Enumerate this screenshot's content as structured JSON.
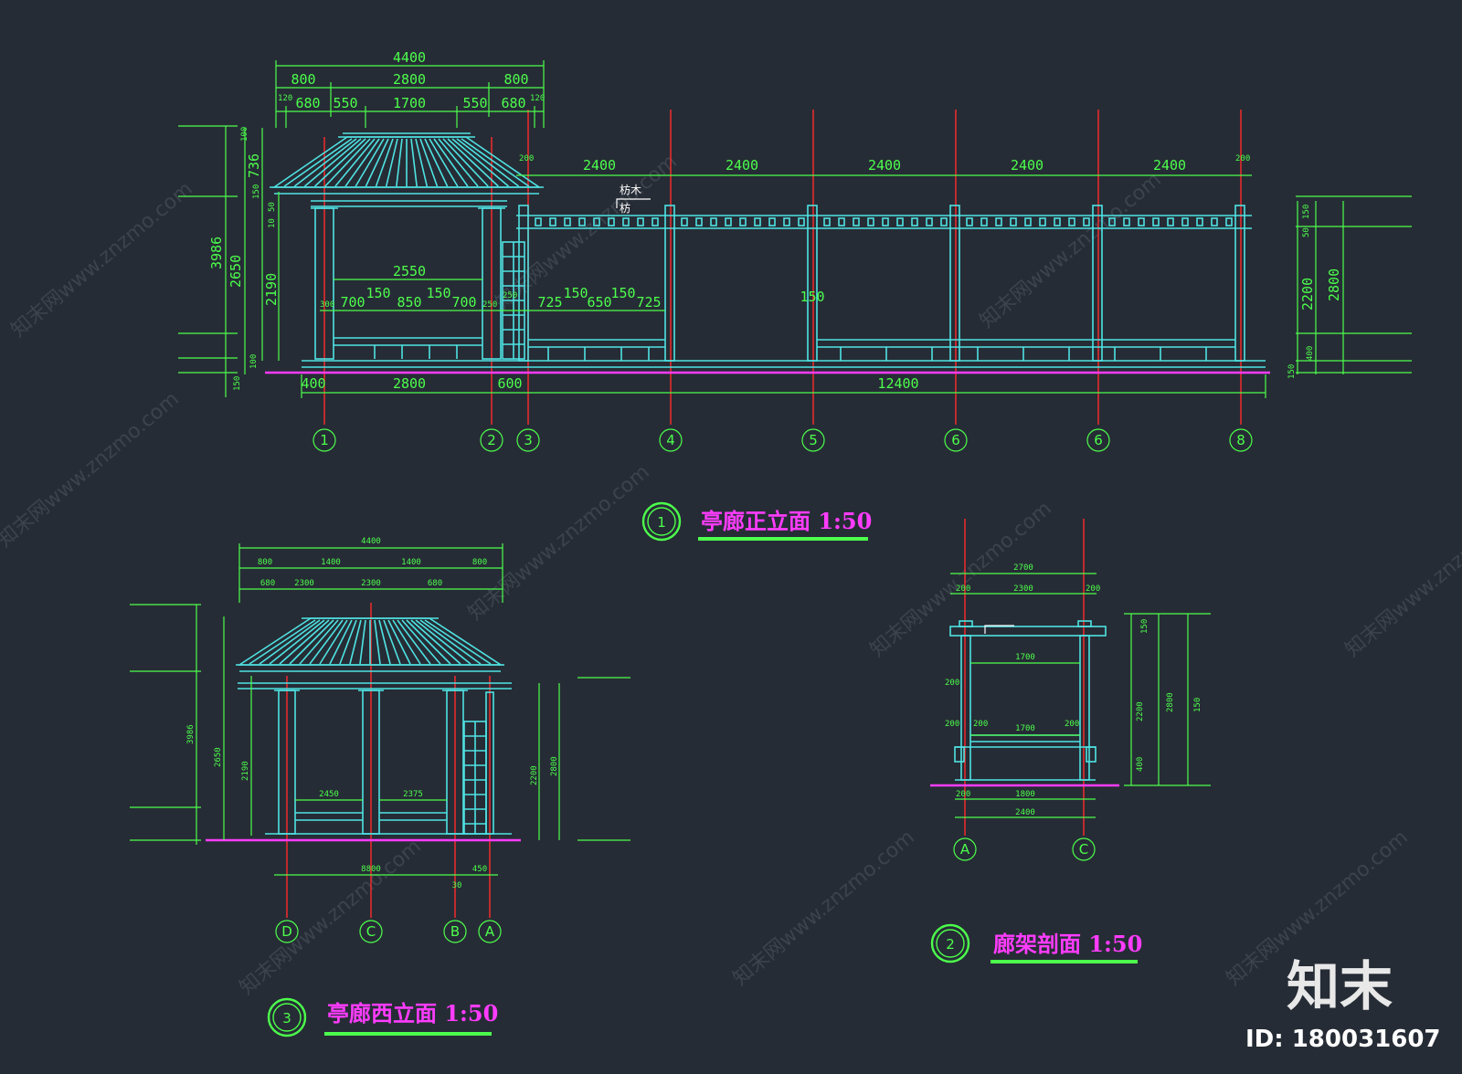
{
  "watermark": {
    "text": "知末网www.znzmo.com",
    "brand": "知末",
    "id_label": "ID: 180031607"
  },
  "view1": {
    "number": "1",
    "title": "亭廊正立面 1:50",
    "beam_label_1": "枋木",
    "beam_label_2": "枋",
    "top_dims": {
      "overall": "4400",
      "parts": [
        "800",
        "2800",
        "800"
      ],
      "sub_left": "120",
      "sub_right": "120",
      "sub": [
        "680",
        "550",
        "1700",
        "550",
        "680"
      ]
    },
    "bay_dims": [
      "200",
      "2400",
      "2400",
      "2400",
      "2400",
      "2400",
      "200"
    ],
    "left_dims": [
      "100",
      "736",
      "150",
      "10",
      "50",
      "3986",
      "2650",
      "2190",
      "100",
      "150"
    ],
    "pavilion_span": "2550",
    "pavilion_sub": [
      "300",
      "700",
      "150",
      "850",
      "150",
      "700",
      "250"
    ],
    "corridor_sub": [
      "250",
      "725",
      "150",
      "650",
      "150",
      "725"
    ],
    "center_mark": "150",
    "right_dims": [
      "150",
      "50",
      "2200",
      "2800",
      "400",
      "150"
    ],
    "bottom_dims": [
      "400",
      "2800",
      "600",
      "12400"
    ],
    "axes": [
      "1",
      "2",
      "3",
      "4",
      "5",
      "6",
      "6",
      "8"
    ]
  },
  "view2": {
    "number": "2",
    "title": "廊架剖面 1:50",
    "top_dims": [
      "2700",
      "200",
      "2300",
      "200"
    ],
    "inner": [
      "1700",
      "1700",
      "200",
      "200",
      "200",
      "200"
    ],
    "right_dims": [
      "150",
      "2200",
      "2800",
      "400",
      "150"
    ],
    "bottom_dims": [
      "200",
      "1800",
      "2400"
    ],
    "axes": [
      "A",
      "C"
    ]
  },
  "view3": {
    "number": "3",
    "title": "亭廊西立面 1:50",
    "top_dims": [
      "4400",
      "800",
      "1400",
      "1400",
      "800"
    ],
    "sub": [
      "680",
      "2300",
      "2300",
      "680"
    ],
    "left_dims": [
      "3986",
      "2650",
      "2190"
    ],
    "inner": [
      "2450",
      "2375"
    ],
    "right_dims": [
      "2200",
      "2800"
    ],
    "bottom_dims": [
      "8800",
      "450",
      "30"
    ],
    "axes": [
      "D",
      "C",
      "B",
      "A"
    ]
  }
}
